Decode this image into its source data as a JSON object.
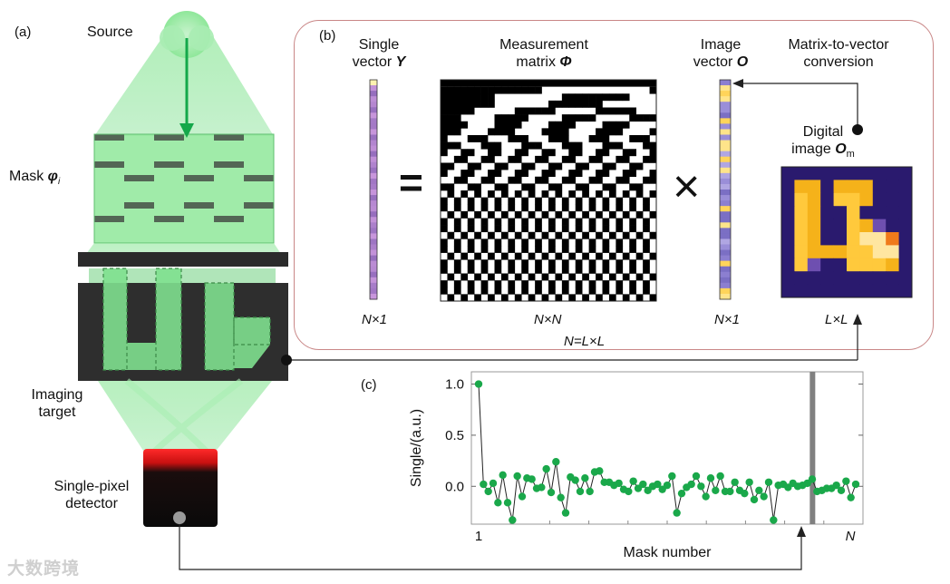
{
  "panel_a": {
    "tag": "(a)",
    "source": "Source",
    "mask_prefix": "Mask ",
    "mask_sym": "φ",
    "mask_sub": "i",
    "imaging_target_line1": "Imaging",
    "imaging_target_line2": "target",
    "detector_line1": "Single-pixel",
    "detector_line2": "detector"
  },
  "panel_b": {
    "tag": "(b)",
    "single_vector_line1": "Single",
    "single_vector_line2": "vector ",
    "single_vector_sym": "Y",
    "measurement_line1": "Measurement",
    "measurement_line2": "matrix ",
    "measurement_sym": "Φ",
    "image_vector_line1": "Image",
    "image_vector_line2": "vector ",
    "image_vector_sym": "O",
    "conversion_line1": "Matrix-to-vector",
    "conversion_line2": "conversion",
    "digital_line1": "Digital",
    "digital_line2": "image ",
    "digital_sym": "O",
    "digital_sub": "m",
    "equals": "=",
    "times": "×",
    "dim_y": "N×1",
    "dim_phi": "N×N",
    "dim_o": "N×1",
    "dim_img": "L×L",
    "n_eq": "N=L×L"
  },
  "panel_c": {
    "tag": "(c)",
    "chart_data": {
      "type": "line",
      "xlabel": "Mask number",
      "ylabel": "Single/(a.u.)",
      "x_tick_labels": [
        "1",
        "N"
      ],
      "yticks": [
        0.0,
        0.5,
        1.0
      ],
      "y_tick_labels": [
        "0.0",
        "0.5",
        "1.0"
      ],
      "ylim": [
        -0.37,
        1.12
      ],
      "grid": false,
      "series": [
        {
          "marker": "circle",
          "color": "#1aa84a",
          "line_color": "#222222",
          "values": [
            1.0,
            0.02,
            -0.05,
            0.03,
            -0.16,
            0.11,
            -0.16,
            -0.33,
            0.1,
            -0.1,
            0.08,
            0.07,
            -0.02,
            -0.01,
            0.17,
            -0.06,
            0.24,
            -0.11,
            -0.26,
            0.09,
            0.06,
            -0.05,
            0.08,
            -0.05,
            0.14,
            0.15,
            0.04,
            0.04,
            0.01,
            0.03,
            -0.03,
            -0.05,
            0.05,
            -0.02,
            0.02,
            -0.04,
            0.0,
            0.02,
            -0.03,
            0.01,
            0.1,
            -0.26,
            -0.07,
            -0.01,
            0.02,
            0.1,
            0.0,
            -0.1,
            0.08,
            -0.04,
            0.1,
            -0.05,
            -0.05,
            0.04,
            -0.04,
            -0.07,
            0.04,
            -0.13,
            -0.04,
            -0.1,
            0.04,
            -0.33,
            0.01,
            0.02,
            -0.01,
            0.03,
            0.0,
            0.01,
            0.03,
            0.07,
            -0.05,
            -0.04,
            -0.02,
            -0.02,
            0.01,
            -0.04,
            0.05,
            -0.11,
            0.02
          ]
        }
      ],
      "highlight_index": 69
    }
  },
  "colors": {
    "green": "#1aa84a",
    "beam": "#7ee08f",
    "panel_border": "#c98787",
    "highlight_bar": "#808080"
  },
  "watermark": "大数跨境"
}
